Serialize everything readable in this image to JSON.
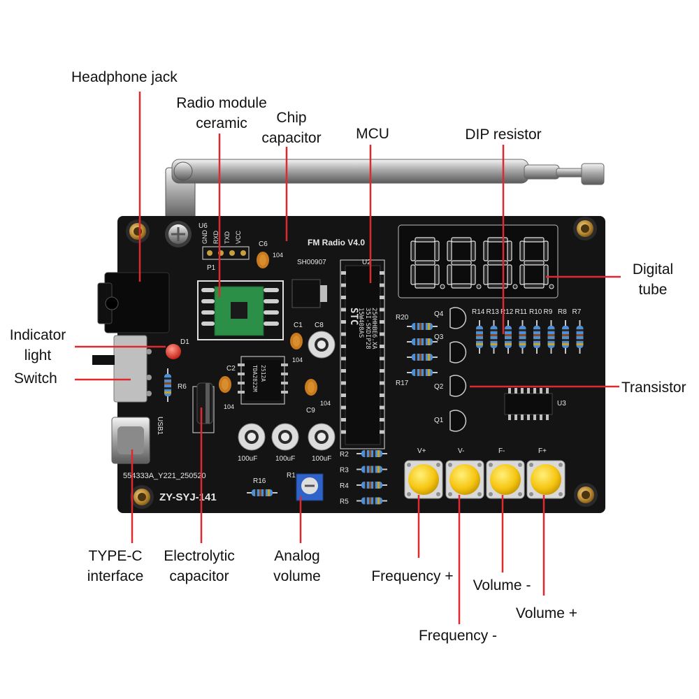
{
  "callouts": {
    "headphone_jack": "Headphone jack",
    "radio_module_1": "Radio module",
    "radio_module_2": "ceramic",
    "chip_capacitor_1": "Chip",
    "chip_capacitor_2": "capacitor",
    "mcu": "MCU",
    "dip_resistor": "DIP resistor",
    "digital_tube_1": "Digital",
    "digital_tube_2": "tube",
    "indicator_light_1": "Indicator",
    "indicator_light_2": "light",
    "switch": "Switch",
    "transistor": "Transistor",
    "type_c_1": "TYPE-C",
    "type_c_2": "interface",
    "electrolytic_1": "Electrolytic",
    "electrolytic_2": "capacitor",
    "analog_volume_1": "Analog",
    "analog_volume_2": "volume",
    "frequency_plus": "Frequency +",
    "volume_minus": "Volume -",
    "volume_plus": "Volume +",
    "frequency_minus": "Frequency -"
  },
  "silkscreen": {
    "title": "FM Radio V4.0",
    "serial": "SH00907",
    "u6": "U6",
    "u2": "U2",
    "u3": "U3",
    "p1": "P1",
    "usb1": "USB1",
    "d1": "D1",
    "r6": "R6",
    "r16": "R16",
    "r1": "R1",
    "r17": "R17",
    "r20": "R20",
    "c1": "C1",
    "c2": "C2",
    "c6": "C6",
    "c8": "C8",
    "c9": "C9",
    "c6_val": "104",
    "c1_val": "104",
    "c2_val": "104",
    "c9_val": "104",
    "model": "ZY-SYJ-141",
    "batch": "554333A_Y221_250520",
    "cap_value": "100uF",
    "pins": [
      "GND",
      "RXD",
      "TXD",
      "VCC"
    ],
    "top_resistors": [
      "R14",
      "R13",
      "R12",
      "R11",
      "R10",
      "R9",
      "R8",
      "R7"
    ],
    "left_resistors": [
      "R2",
      "R3",
      "R4",
      "R5"
    ],
    "transistors": [
      "Q4",
      "Q3",
      "Q2",
      "Q1"
    ],
    "buttons": [
      "V+",
      "V-",
      "F-",
      "F+"
    ],
    "mcu_chip_text": [
      "STC",
      "15W408AS",
      "35I-SKDIP28",
      "250HHBE6.XA"
    ],
    "amp_chip_text": [
      "TDA2822M",
      "2512A"
    ]
  },
  "colors": {
    "pcb": "#141414",
    "callout_line": "#e0282f",
    "button_cap": "#f6c511",
    "led": "#e53224",
    "radio_module": "#2c8f47"
  }
}
